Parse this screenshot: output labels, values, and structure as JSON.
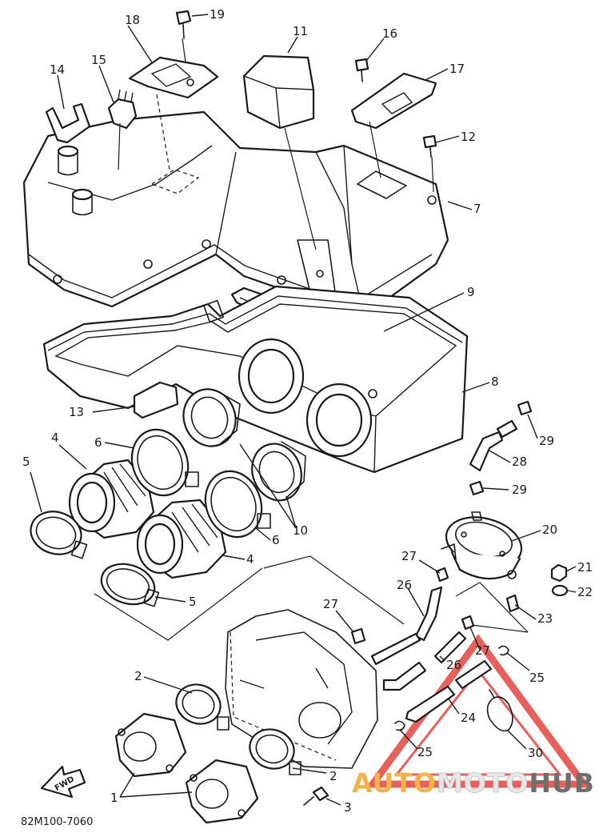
{
  "diagram": {
    "part_code": "82M100-7060",
    "forward_marker": "FWD",
    "callouts": {
      "c1": "1",
      "c2a": "2",
      "c2b": "2",
      "c3": "3",
      "c4a": "4",
      "c4b": "4",
      "c5a": "5",
      "c5b": "5",
      "c6a": "6",
      "c6b": "6",
      "c7": "7",
      "c8": "8",
      "c9": "9",
      "c10": "10",
      "c11": "11",
      "c12": "12",
      "c13": "13",
      "c14": "14",
      "c15": "15",
      "c16": "16",
      "c17": "17",
      "c18": "18",
      "c19": "19",
      "c20": "20",
      "c21": "21",
      "c22": "22",
      "c23": "23",
      "c24": "24",
      "c25a": "25",
      "c25b": "25",
      "c26a": "26",
      "c26b": "26",
      "c27a": "27",
      "c27b": "27",
      "c27c": "27",
      "c28": "28",
      "c29a": "29",
      "c29b": "29",
      "c30": "30"
    }
  },
  "watermark": {
    "part1": "AUTO",
    "part2": "MOTO",
    "part3": "HUB",
    "colors": {
      "auto": "#f3b24a",
      "moto": "#e8e8e8",
      "hub": "#6e6e6e",
      "triangle": "#e54540"
    }
  }
}
